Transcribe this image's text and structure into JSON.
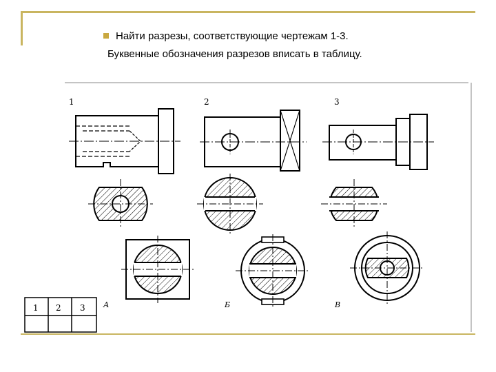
{
  "instruction": {
    "line1": "Найти разрезы, соответствующие чертежам 1-3.",
    "line2": "Буквенные обозначения разрезов вписать в таблицу."
  },
  "drawing_numbers": [
    "1",
    "2",
    "3"
  ],
  "section_letters": [
    "А",
    "Б",
    "В"
  ],
  "answer_table": {
    "headers": [
      "1",
      "2",
      "3"
    ]
  },
  "colors": {
    "frame": "#c9b560",
    "bullet": "#c9a840"
  }
}
